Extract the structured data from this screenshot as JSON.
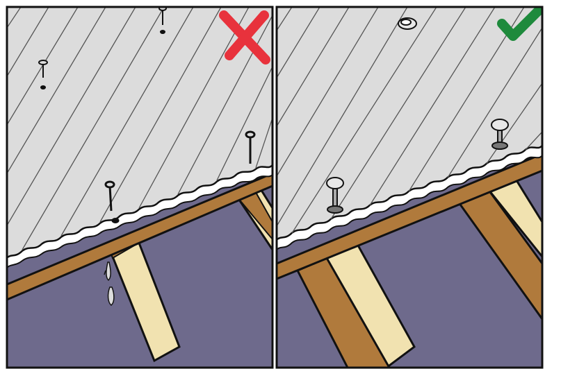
{
  "illustration": {
    "panels": [
      {
        "id": "wrong",
        "verdict_icon": "cross-icon",
        "verdict_color": "#e8323c",
        "fasteners": "nails-through-valleys",
        "shows_leak": true
      },
      {
        "id": "right",
        "verdict_icon": "checkmark-icon",
        "verdict_color": "#1e8a3c",
        "fasteners": "screws-with-washers-through-crests",
        "shows_leak": false
      }
    ],
    "colors": {
      "sheet": "#dcdcdc",
      "wall": "#6e6a8c",
      "beam": "#b07a3c",
      "beam_light": "#f1e2b0",
      "outline": "#111111",
      "wrong_mark": "#e8323c",
      "right_mark": "#1e8a3c"
    }
  }
}
